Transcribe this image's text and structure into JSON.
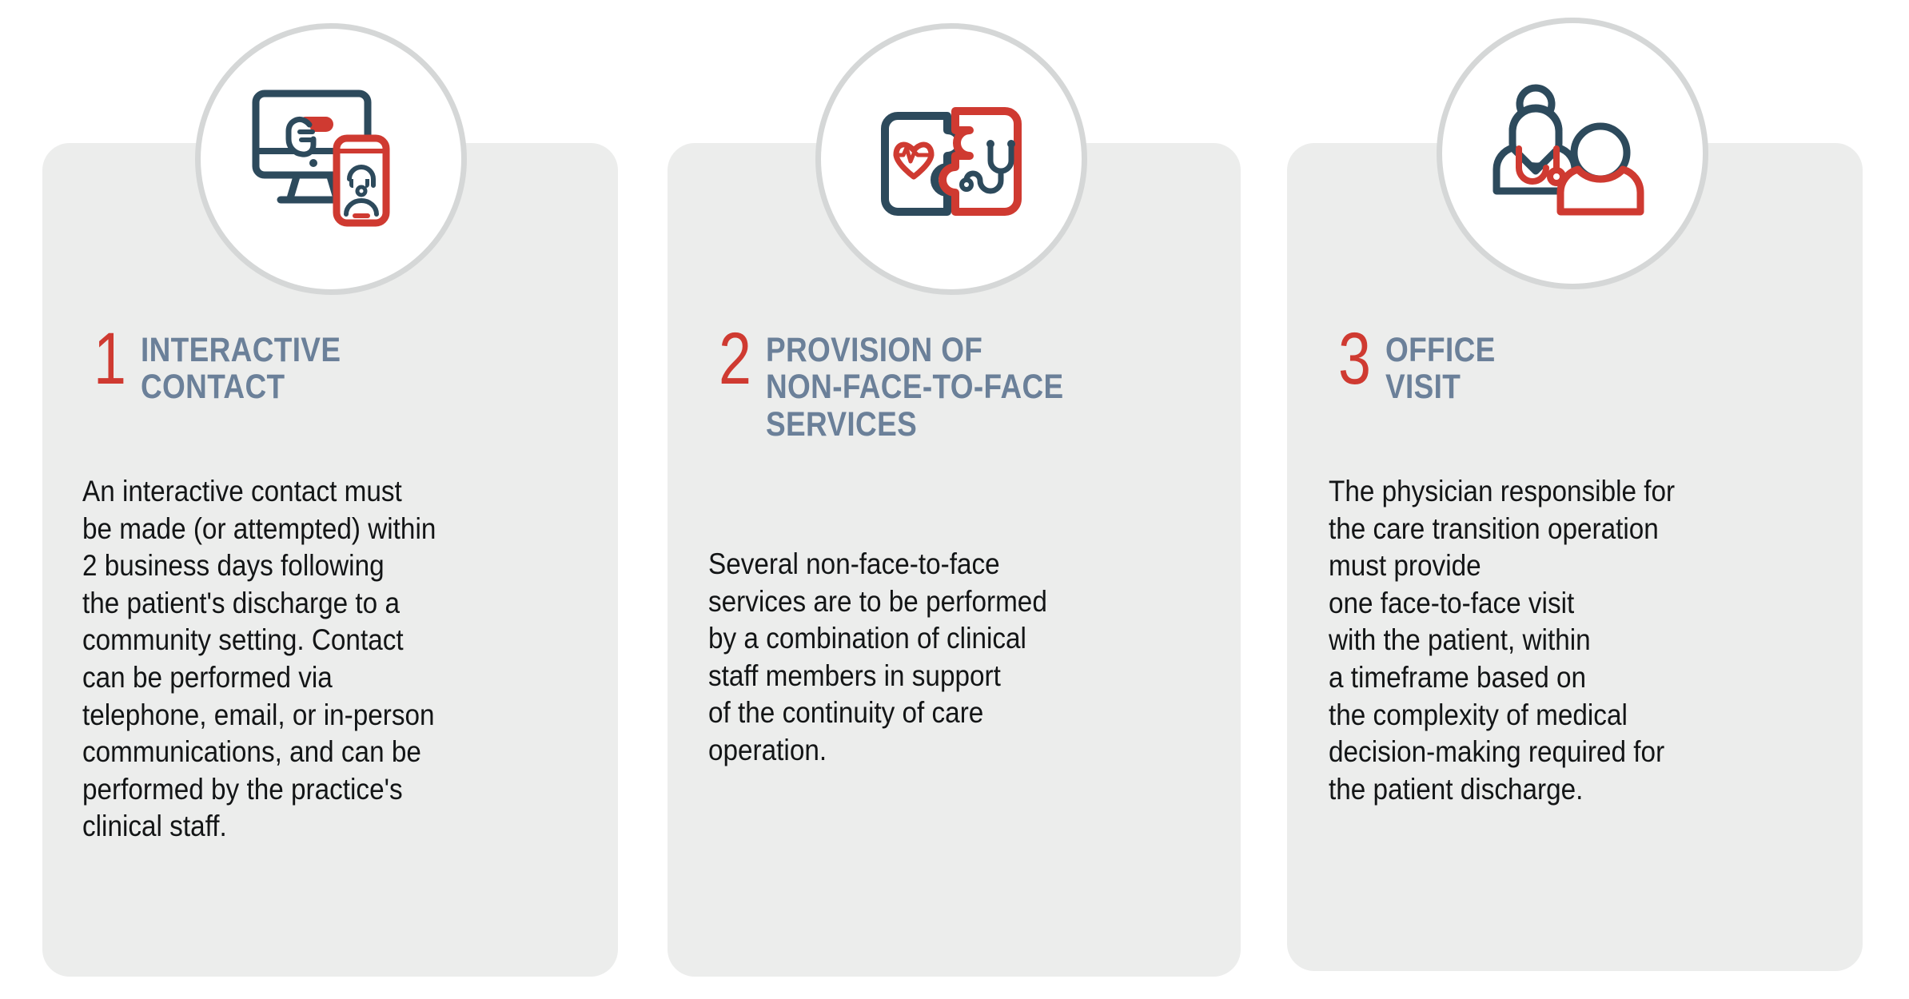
{
  "colors": {
    "page_background": "#ffffff",
    "card_background": "#ecedec",
    "accent_red": "#cf3a31",
    "heading_blue": "#6b8099",
    "icon_navy": "#2d4a5c",
    "ring_gray": "#d5d7d7",
    "body_text": "#131516"
  },
  "cards": [
    {
      "number": "1",
      "title": "INTERACTIVE\nCONTACT",
      "body": "An interactive contact must\nbe made (or attempted) within\n2 business days following\nthe patient's discharge to a\ncommunity setting. Contact\ncan be performed via\ntelephone, email, or in-person\ncommunications, and can be\nperformed by the practice's\nclinical staff.",
      "icon_name": "monitor-click-phone-support-icon"
    },
    {
      "number": "2",
      "title": "PROVISION OF\nNON-FACE-TO-FACE\nSERVICES",
      "body": "Several non-face-to-face\nservices are to be performed\nby a combination of clinical\nstaff members in support\nof the continuity of care\noperation.",
      "icon_name": "puzzle-heart-stethoscope-icon"
    },
    {
      "number": "3",
      "title": "OFFICE\nVISIT",
      "body": "The physician responsible for\nthe care transition operation\nmust provide\none face-to-face visit\nwith the patient, within\na timeframe based on\nthe complexity of medical\ndecision-making required for\nthe patient discharge.",
      "icon_name": "doctor-and-patient-icon"
    }
  ]
}
